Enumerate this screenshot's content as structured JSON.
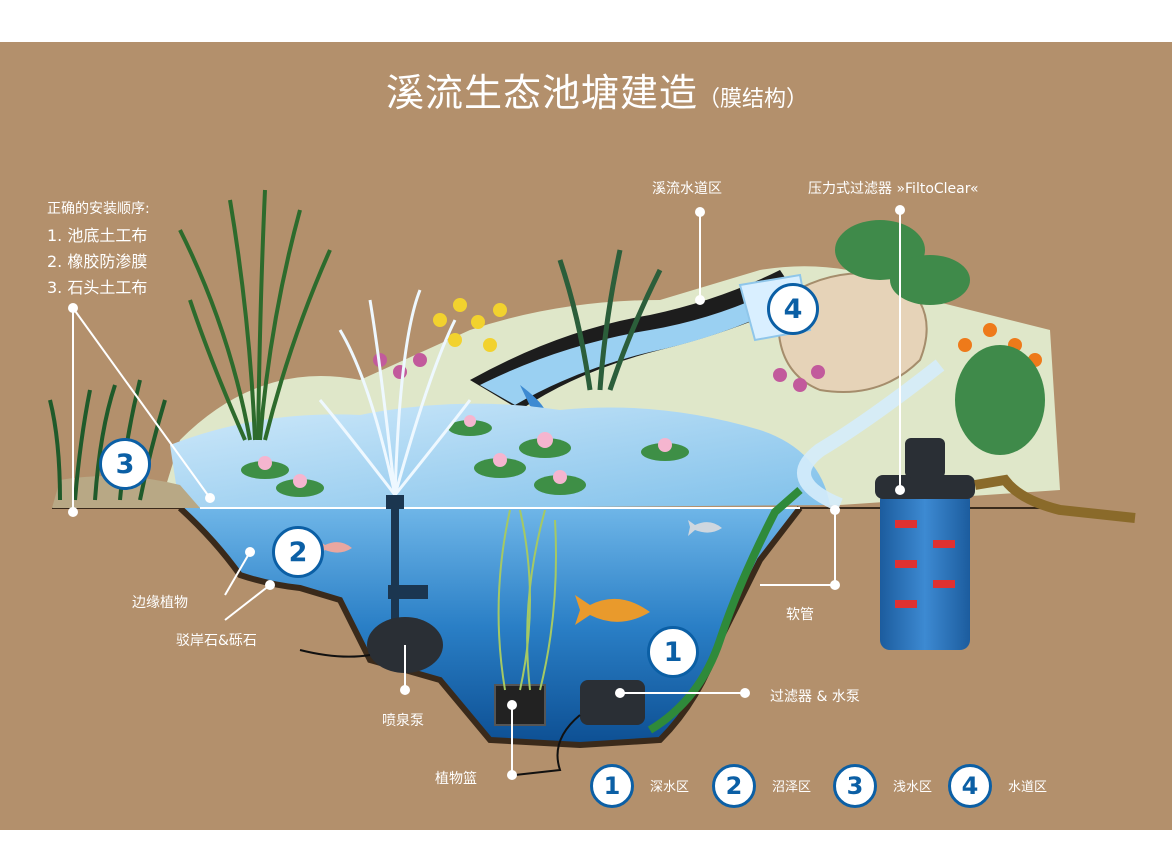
{
  "title": "溪流生态池塘建造",
  "title_sub": "（膜结构）",
  "install": {
    "heading": "正确的安装顺序:",
    "steps": [
      "1. 池底土工布",
      "2. 橡胶防渗膜",
      "3. 石头土工布"
    ]
  },
  "labels": {
    "stream_channel": "溪流水道区",
    "pressure_filter": "压力式过滤器 »FiltoClear«",
    "marginal_plants": "边缘植物",
    "revetment": "驳岸石&砾石",
    "hose": "软管",
    "fountain_pump": "喷泉泵",
    "filter_pump": "过滤器 & 水泵",
    "plant_basket": "植物篮"
  },
  "zone_badges": [
    "1",
    "2",
    "3",
    "4"
  ],
  "legend": [
    {
      "num": "1",
      "label": "深水区"
    },
    {
      "num": "2",
      "label": "沼泽区"
    },
    {
      "num": "3",
      "label": "浅水区"
    },
    {
      "num": "4",
      "label": "水道区"
    }
  ],
  "colors": {
    "background": "#b3906c",
    "water": "#2a7fc6",
    "badge_border": "#0b5fa5"
  }
}
